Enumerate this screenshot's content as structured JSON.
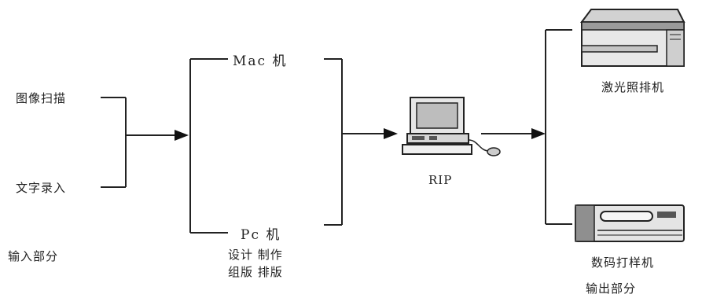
{
  "input": {
    "items": [
      "图像扫描",
      "文字录入"
    ],
    "section_label": "输入部分"
  },
  "middle": {
    "mac": "Mac 机",
    "pc": "Pc 机",
    "tasks_line1": "设计 制作",
    "tasks_line2": "组版 排版"
  },
  "rip": {
    "label": "RIP"
  },
  "output": {
    "devices": [
      "激光照排机",
      "数码打样机"
    ],
    "section_label": "输出部分"
  }
}
